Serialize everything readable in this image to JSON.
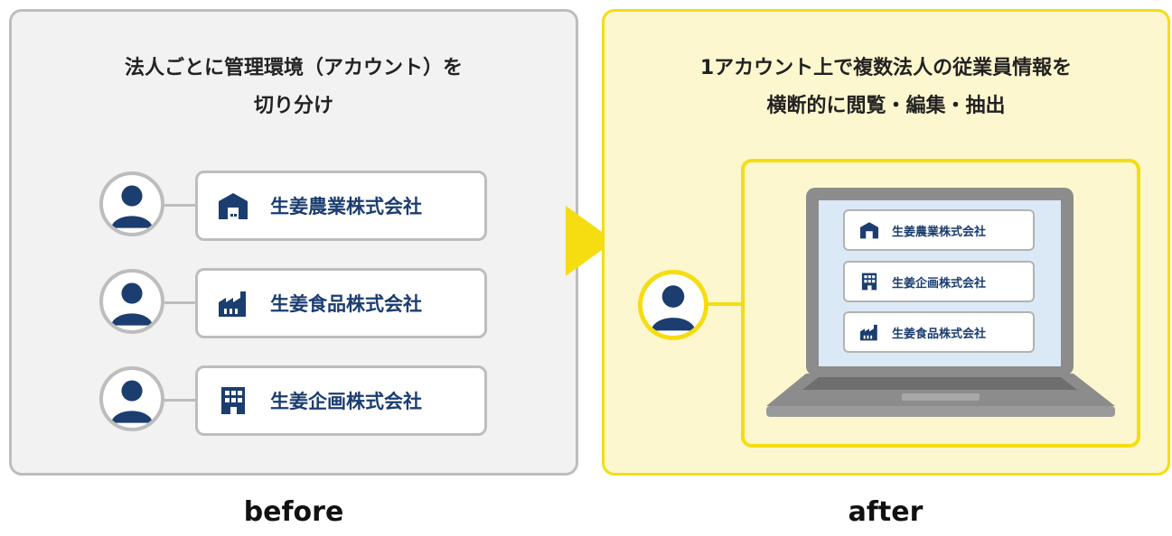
{
  "before": {
    "heading_line1": "法人ごとに管理環境（アカウント）を",
    "heading_line2": "切り分け",
    "caption": "before",
    "companies": [
      {
        "name": "生姜農業株式会社",
        "icon": "warehouse-icon"
      },
      {
        "name": "生姜食品株式会社",
        "icon": "factory-icon"
      },
      {
        "name": "生姜企画株式会社",
        "icon": "office-building-icon"
      }
    ]
  },
  "after": {
    "heading_line1": "1アカウント上で複数法人の従業員情報を",
    "heading_line2": "横断的に閲覧・編集・抽出",
    "caption": "after",
    "screen_companies": [
      {
        "name": "生姜農業株式会社",
        "icon": "warehouse-icon"
      },
      {
        "name": "生姜企画株式会社",
        "icon": "office-building-icon"
      },
      {
        "name": "生姜食品株式会社",
        "icon": "factory-icon"
      }
    ]
  },
  "colors": {
    "navy": "#1b3d70",
    "before_bg": "#f2f2f2",
    "before_border": "#bdbdbd",
    "after_bg": "#fdf7cf",
    "accent_yellow": "#f5dd12",
    "screen_blue": "#dbe9f7",
    "laptop_gray": "#8c8c8c"
  },
  "icons": [
    "user-avatar-icon",
    "warehouse-icon",
    "factory-icon",
    "office-building-icon",
    "arrow-right-icon",
    "laptop-icon"
  ]
}
